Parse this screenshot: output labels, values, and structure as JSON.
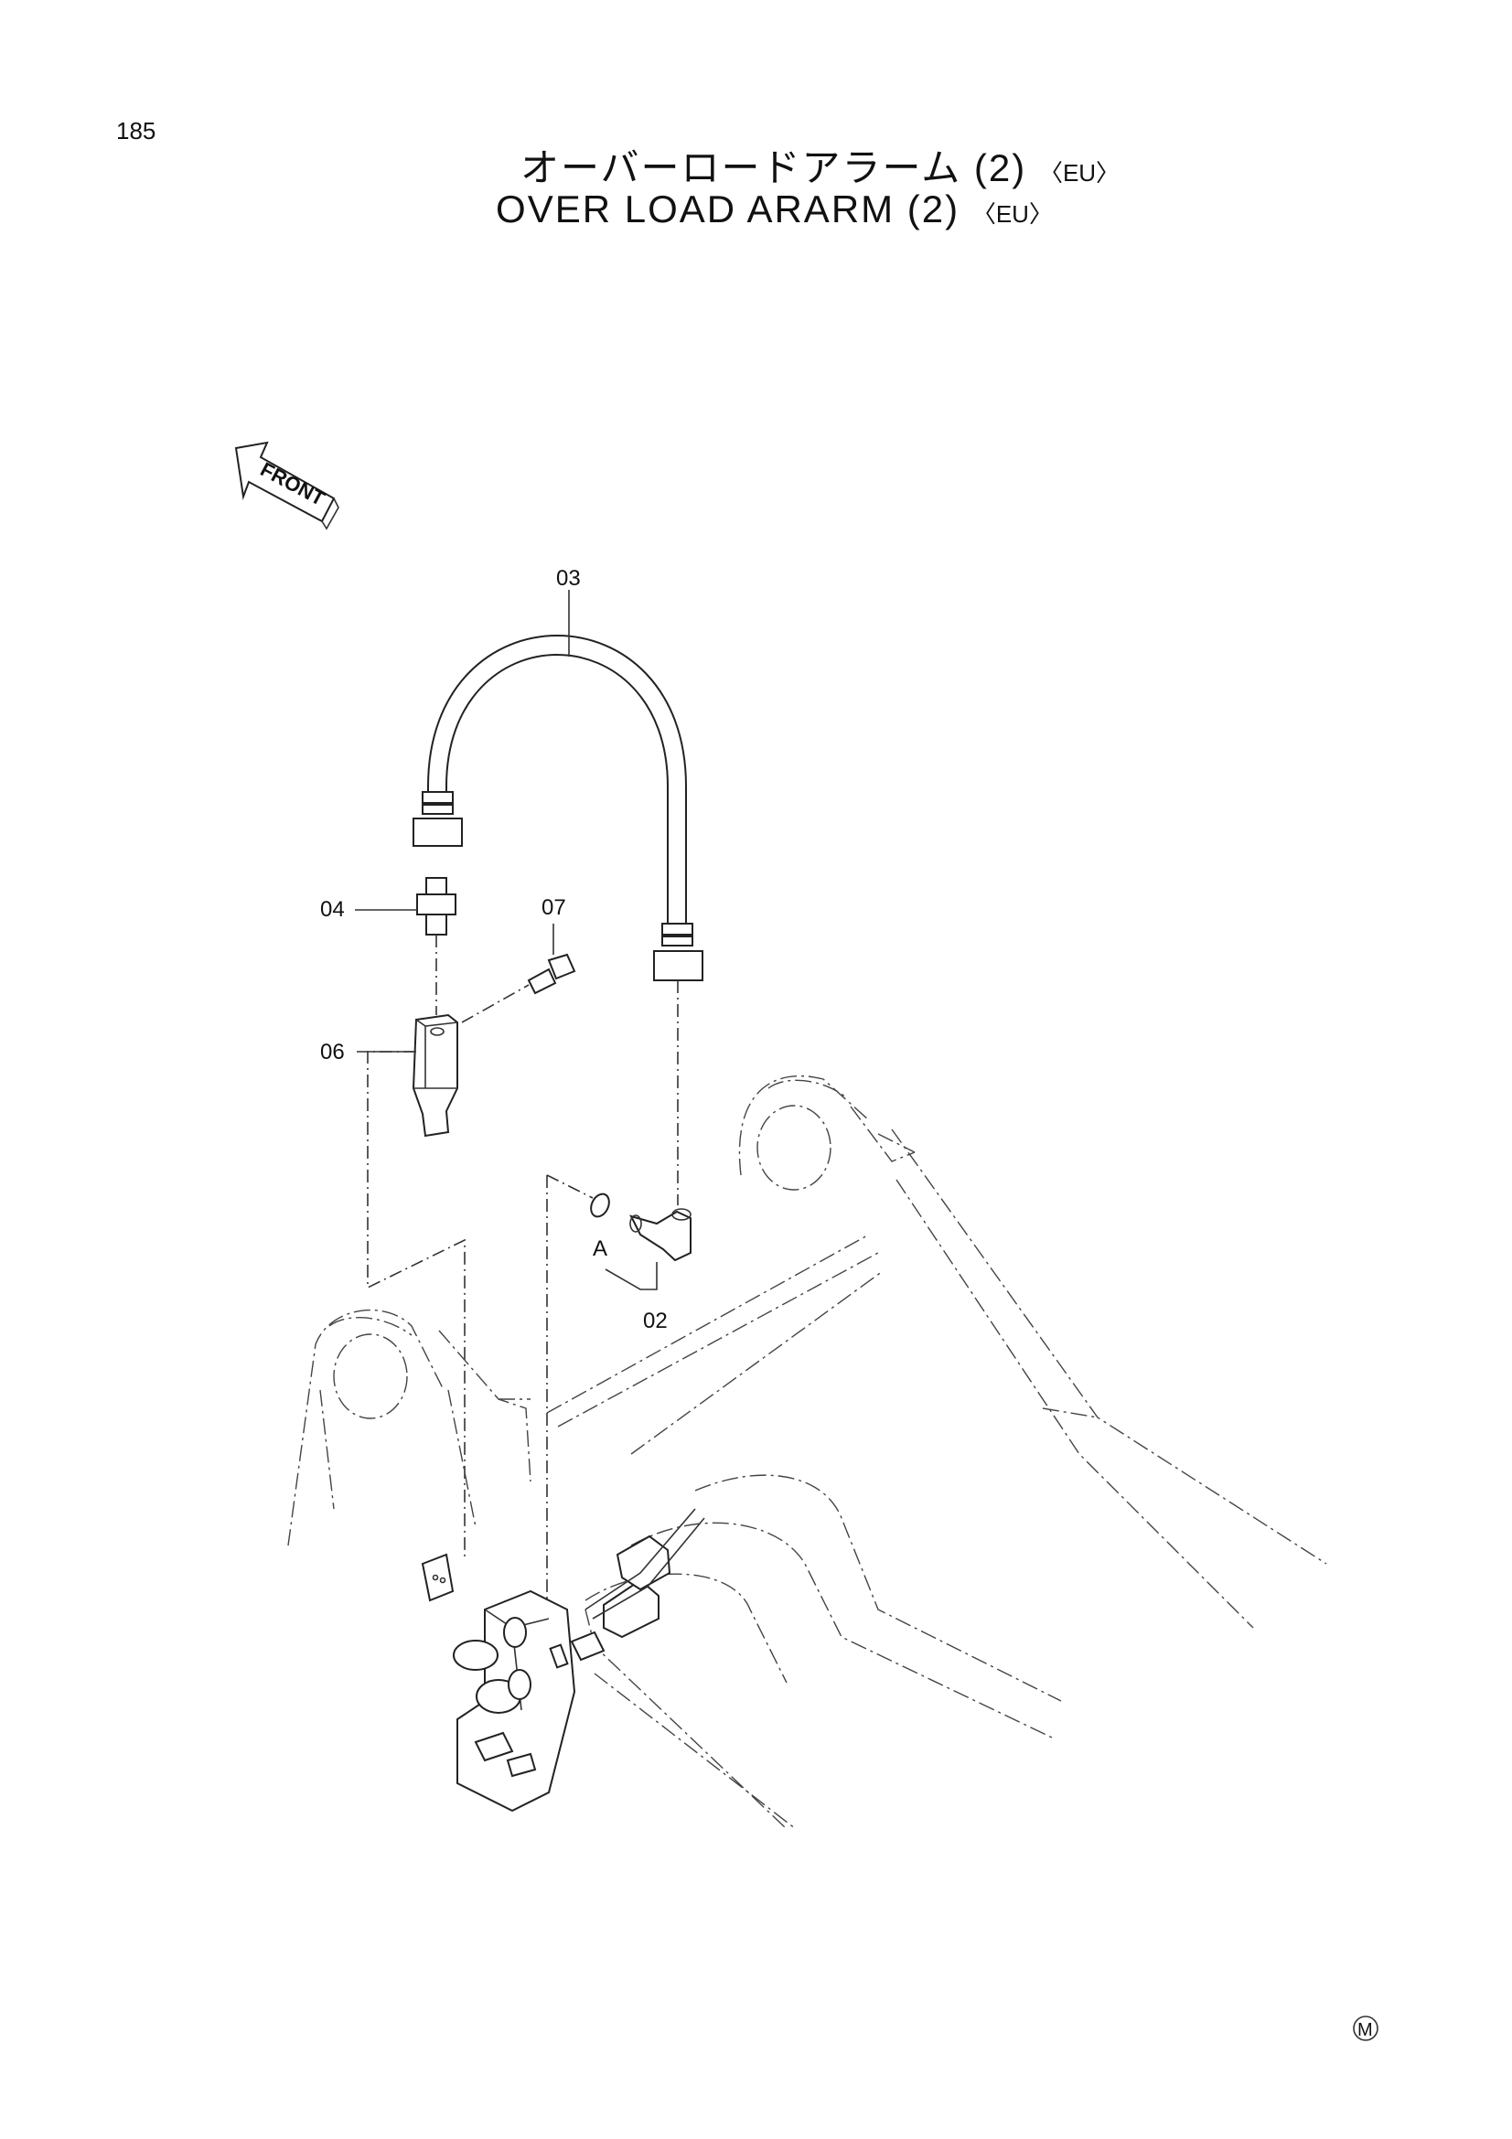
{
  "page_number": "185",
  "title_jp": "オーバーロードアラーム (2)",
  "title_en": "OVER LOAD ARARM (2)",
  "title_suffix": "〈EU〉",
  "front_label": "FRONT",
  "callouts": {
    "c02": "02",
    "c03": "03",
    "c04": "04",
    "c06": "06",
    "c07": "07",
    "detail_a": "A"
  },
  "mark": "M"
}
